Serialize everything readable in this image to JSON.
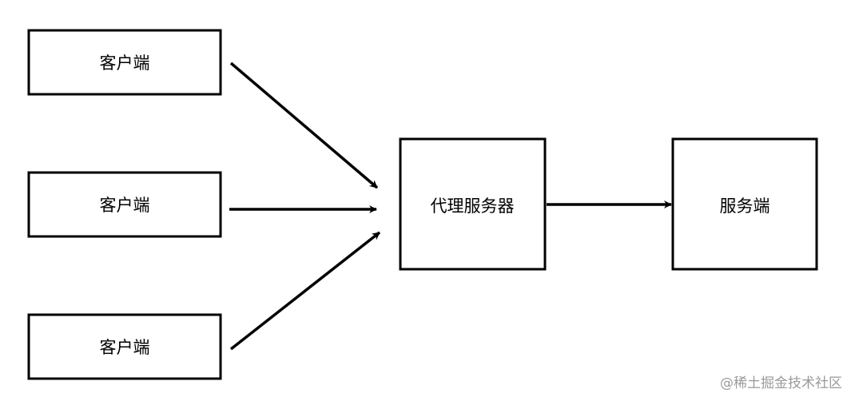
{
  "nodes": [
    {
      "id": "client-1",
      "label": "客户端"
    },
    {
      "id": "client-2",
      "label": "客户端"
    },
    {
      "id": "client-3",
      "label": "客户端"
    },
    {
      "id": "proxy",
      "label": "代理服务器"
    },
    {
      "id": "server",
      "label": "服务端"
    }
  ],
  "edges": [
    {
      "from": "client-1",
      "to": "proxy"
    },
    {
      "from": "client-2",
      "to": "proxy"
    },
    {
      "from": "client-3",
      "to": "proxy"
    },
    {
      "from": "proxy",
      "to": "server"
    }
  ],
  "colors": {
    "stroke": "#000000",
    "background": "#ffffff",
    "watermark": "#9a9a9a"
  },
  "watermark": "@稀土掘金技术社区"
}
